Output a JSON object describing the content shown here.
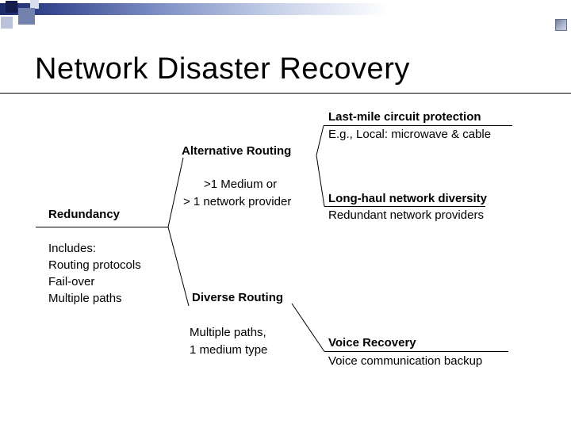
{
  "slide": {
    "title": "Network Disaster Recovery",
    "redundancy": {
      "label": "Redundancy",
      "includes": [
        "Includes:",
        "Routing protocols",
        "Fail-over",
        "Multiple paths"
      ]
    },
    "alternative_routing": {
      "label": "Alternative Routing",
      "detail_line1": ">1 Medium or",
      "detail_line2": "> 1 network provider"
    },
    "diverse_routing": {
      "label": "Diverse Routing",
      "detail_line1": "Multiple paths,",
      "detail_line2": "1 medium type"
    },
    "last_mile": {
      "title": "Last-mile circuit protection",
      "subtitle": "E.g., Local: microwave & cable"
    },
    "long_haul": {
      "title": "Long-haul network diversity",
      "subtitle": "Redundant network providers"
    },
    "voice": {
      "title": "Voice Recovery",
      "subtitle": "Voice communication backup"
    }
  },
  "colors": {
    "bar_gradient_start": "#1c2a6b",
    "square_dark": "#131c4a",
    "square_mid": "#7381ad",
    "square_light": "#b9c2da",
    "line": "#000000"
  }
}
